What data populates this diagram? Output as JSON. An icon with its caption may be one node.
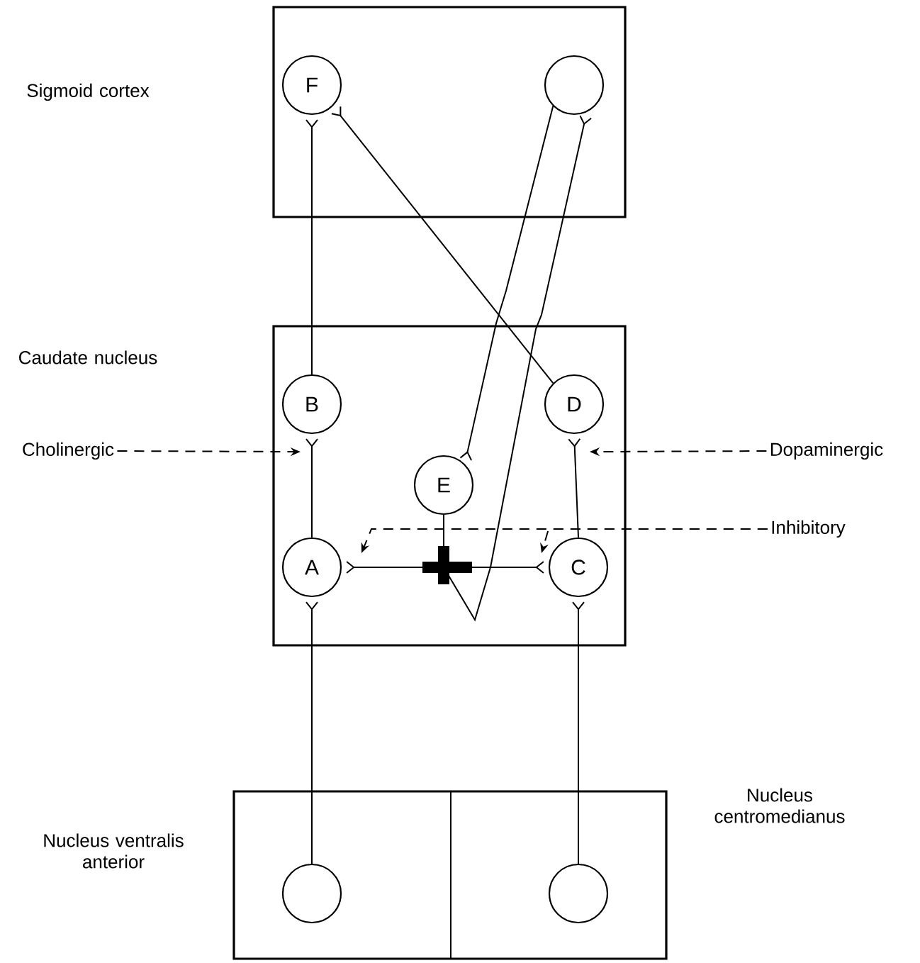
{
  "diagram": {
    "nodes": [
      {
        "text": [],
        "shape": "box"
      },
      {
        "text": [
          "F"
        ],
        "in": 0
      },
      {
        "text": [],
        "shape": "circle",
        "in": 0
      },
      {
        "text": [],
        "shape": "box"
      },
      {
        "text": [
          "B"
        ],
        "in": 3
      },
      {
        "text": [
          "D"
        ],
        "in": 3
      },
      {
        "text": [
          "E"
        ],
        "in": 3
      },
      {
        "text": [
          "A"
        ],
        "in": 3
      },
      {
        "text": [
          "C"
        ],
        "in": 3
      },
      {
        "text": [],
        "shape": "box"
      },
      {
        "text": [],
        "shape": "circle",
        "in": 9
      },
      {
        "text": [],
        "shape": "circle",
        "in": 9
      },
      {
        "text": [
          "Cholinergic"
        ]
      },
      {
        "text": [
          "Dopaminergic"
        ]
      },
      {
        "text": [
          "Inhibitory"
        ]
      }
    ],
    "edges": [
      {
        "from": 4,
        "to": 1,
        "arrow": "other"
      },
      {
        "from": 5,
        "to": 1,
        "arrow": "other"
      },
      {
        "from": 2,
        "to": 6,
        "arrow": "other"
      },
      {
        "from": 6,
        "to": 7,
        "arrow": "other"
      },
      {
        "from": 6,
        "to": 8,
        "arrow": "other"
      },
      {
        "from": 6,
        "to": 2,
        "arrow": "other"
      },
      {
        "from": 7,
        "to": 4,
        "arrow": "other"
      },
      {
        "from": 8,
        "to": 5,
        "arrow": "other"
      },
      {
        "from": 10,
        "to": 7,
        "arrow": "other"
      },
      {
        "from": 11,
        "to": 8,
        "arrow": "other"
      },
      {
        "from": 12,
        "to": 4,
        "arrow": "to",
        "style": "dashed"
      },
      {
        "from": 13,
        "to": 5,
        "arrow": "to",
        "style": "dashed"
      },
      {
        "from": 14,
        "to": 7,
        "arrow": "to",
        "style": "dashed"
      },
      {
        "from": 14,
        "to": 8,
        "arrow": "to",
        "style": "dashed"
      }
    ],
    "labels": [
      "Sigmoid cortex",
      "Caudate nucleus",
      "Nucleus ventralis anterior",
      "Nucleus centromedianus"
    ]
  }
}
